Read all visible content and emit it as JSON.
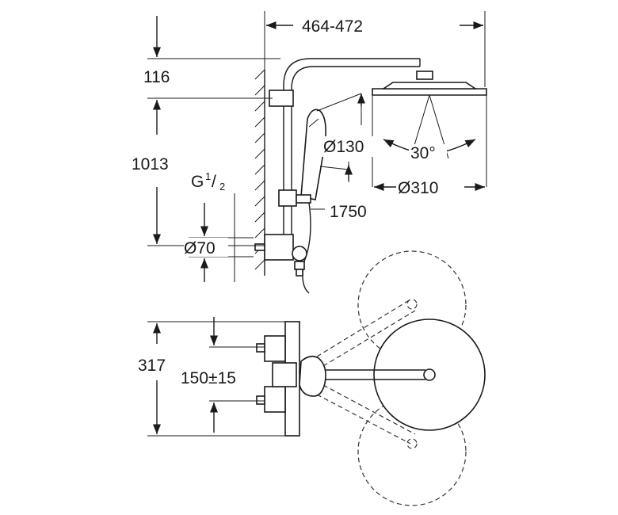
{
  "dimensions": {
    "width_range": "464-472",
    "top_offset": "116",
    "height": "1013",
    "thread_prefix": "G",
    "thread_num": "1",
    "thread_den": "2",
    "pipe_diameter": "Ø70",
    "hand_shower_diameter": "Ø130",
    "spray_angle": "30°",
    "head_shower_diameter": "Ø310",
    "hose_length": "1750",
    "depth": "317",
    "inlet_spacing": "150±15"
  }
}
